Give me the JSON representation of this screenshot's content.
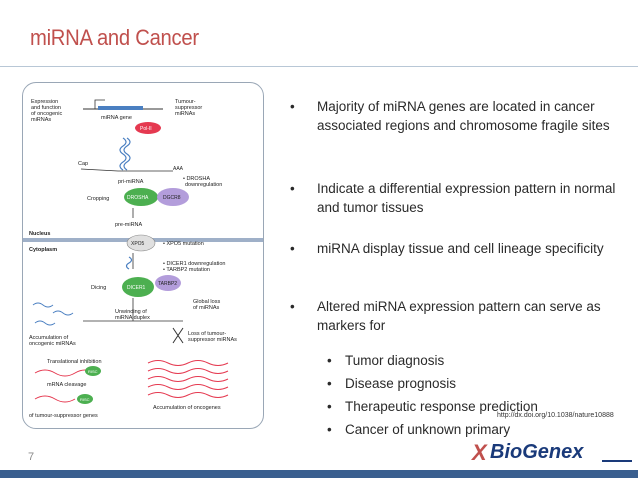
{
  "slide": {
    "title": "miRNA and Cancer",
    "page_number": "7",
    "doi": "http://dx.doi.org/10.1038/nature10888",
    "logo": "BioGenex"
  },
  "bullets": [
    "Majority of miRNA genes are located in cancer associated regions and chromosome fragile sites",
    "Indicate a differential expression pattern in normal and tumor tissues",
    "miRNA display tissue and cell lineage specificity",
    "Altered miRNA expression pattern can serve as markers for"
  ],
  "sub_bullets": [
    "Tumor diagnosis",
    "Disease prognosis",
    "Therapeutic response prediction",
    "Cancer of unknown primary"
  ],
  "figure": {
    "top_left": [
      "Expression",
      "and function",
      "of oncogenic",
      "miRNAs"
    ],
    "top_right": [
      "Tumour-",
      "suppressor",
      "miRNAs"
    ],
    "mirna_gene": "miRNA gene",
    "pol2": "Pol-II",
    "cap": "Cap",
    "aaa": "AAA",
    "drosha_down": [
      "• DROSHA",
      "downregulation"
    ],
    "pri_mirna": "pri-miRNA",
    "cropping": "Cropping",
    "drosha": "DROSHA",
    "dgcr8": "DGCR8",
    "pre_mirna": "pre-miRNA",
    "nucleus": "Nucleus",
    "cytoplasm": "Cytoplasm",
    "xpo5": "XPO5",
    "xpo5_mut": "• XPO5 mutation",
    "dicer_down": [
      "• DICER1 downregulation",
      "• TARBP2 mutation"
    ],
    "dicing": "Dicing",
    "dicer1": "DICER1",
    "tarbp2": "TARBP2",
    "global_loss": [
      "Global loss",
      "of miRNAs"
    ],
    "unwinding": [
      "Unwinding of",
      "miRNA duplex"
    ],
    "accum_onco_mirna": [
      "Accumulation of",
      "oncogenic miRNAs"
    ],
    "loss_tumour": [
      "Loss of tumour-",
      "suppressor miRNAs"
    ],
    "transl_inhib": "Translational inhibition",
    "risc": "RISC",
    "mrna_cleavage": "mRNA cleavage",
    "accum_oncogenes": "Accumulation of oncogenes",
    "tumour_genes": "of tumour-suppressor genes"
  },
  "colors": {
    "title": "#c0504d",
    "green": "#4caf50",
    "purple": "#b39ddb",
    "red": "#e53950",
    "blue": "#4a7fc1",
    "band": "#3a5f8f"
  }
}
